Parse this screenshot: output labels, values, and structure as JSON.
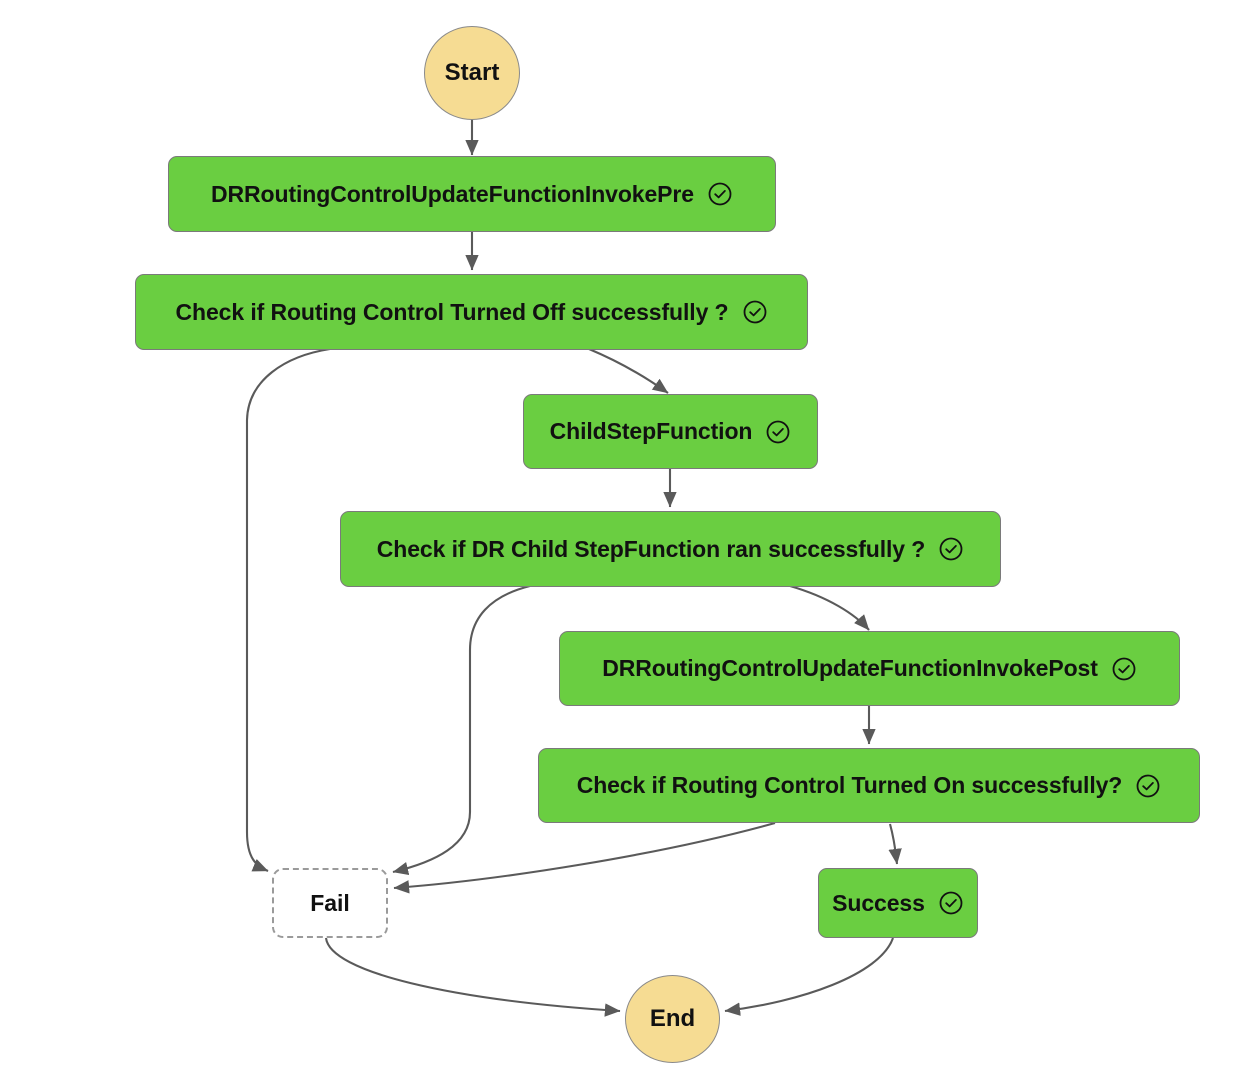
{
  "diagram": {
    "type": "workflow-graph",
    "title": "Step Functions state machine graph",
    "colors": {
      "node_green": "#6ACE41",
      "terminal_tan": "#F6DC93",
      "fail_fill": "#FFFFFF",
      "fail_border": "#9A9A9A",
      "edge": "#5A5A5A",
      "text": "#111111"
    },
    "status_icon_name": "check-circle-icon"
  },
  "nodes": {
    "start": {
      "label": "Start",
      "shape": "circle",
      "status": false
    },
    "invoke_pre": {
      "label": "DRRoutingControlUpdateFunctionInvokePre",
      "shape": "box",
      "status": true
    },
    "check_off": {
      "label": "Check if Routing Control Turned Off successfully ?",
      "shape": "box",
      "status": true
    },
    "child_step_function": {
      "label": "ChildStepFunction",
      "shape": "box",
      "status": true
    },
    "check_child": {
      "label": "Check if DR Child StepFunction ran successfully ?",
      "shape": "box",
      "status": true
    },
    "invoke_post": {
      "label": "DRRoutingControlUpdateFunctionInvokePost",
      "shape": "box",
      "status": true
    },
    "check_on": {
      "label": "Check if Routing Control Turned On successfully?",
      "shape": "box",
      "status": true
    },
    "fail": {
      "label": "Fail",
      "shape": "dashed-box",
      "status": false
    },
    "success": {
      "label": "Success",
      "shape": "box",
      "status": true
    },
    "end": {
      "label": "End",
      "shape": "circle",
      "status": false
    }
  },
  "edges": [
    {
      "from": "start",
      "to": "invoke_pre"
    },
    {
      "from": "invoke_pre",
      "to": "check_off"
    },
    {
      "from": "check_off",
      "to": "fail"
    },
    {
      "from": "check_off",
      "to": "child_step_function"
    },
    {
      "from": "child_step_function",
      "to": "check_child"
    },
    {
      "from": "check_child",
      "to": "fail"
    },
    {
      "from": "check_child",
      "to": "invoke_post"
    },
    {
      "from": "invoke_post",
      "to": "check_on"
    },
    {
      "from": "check_on",
      "to": "fail"
    },
    {
      "from": "check_on",
      "to": "success"
    },
    {
      "from": "fail",
      "to": "end"
    },
    {
      "from": "success",
      "to": "end"
    }
  ]
}
